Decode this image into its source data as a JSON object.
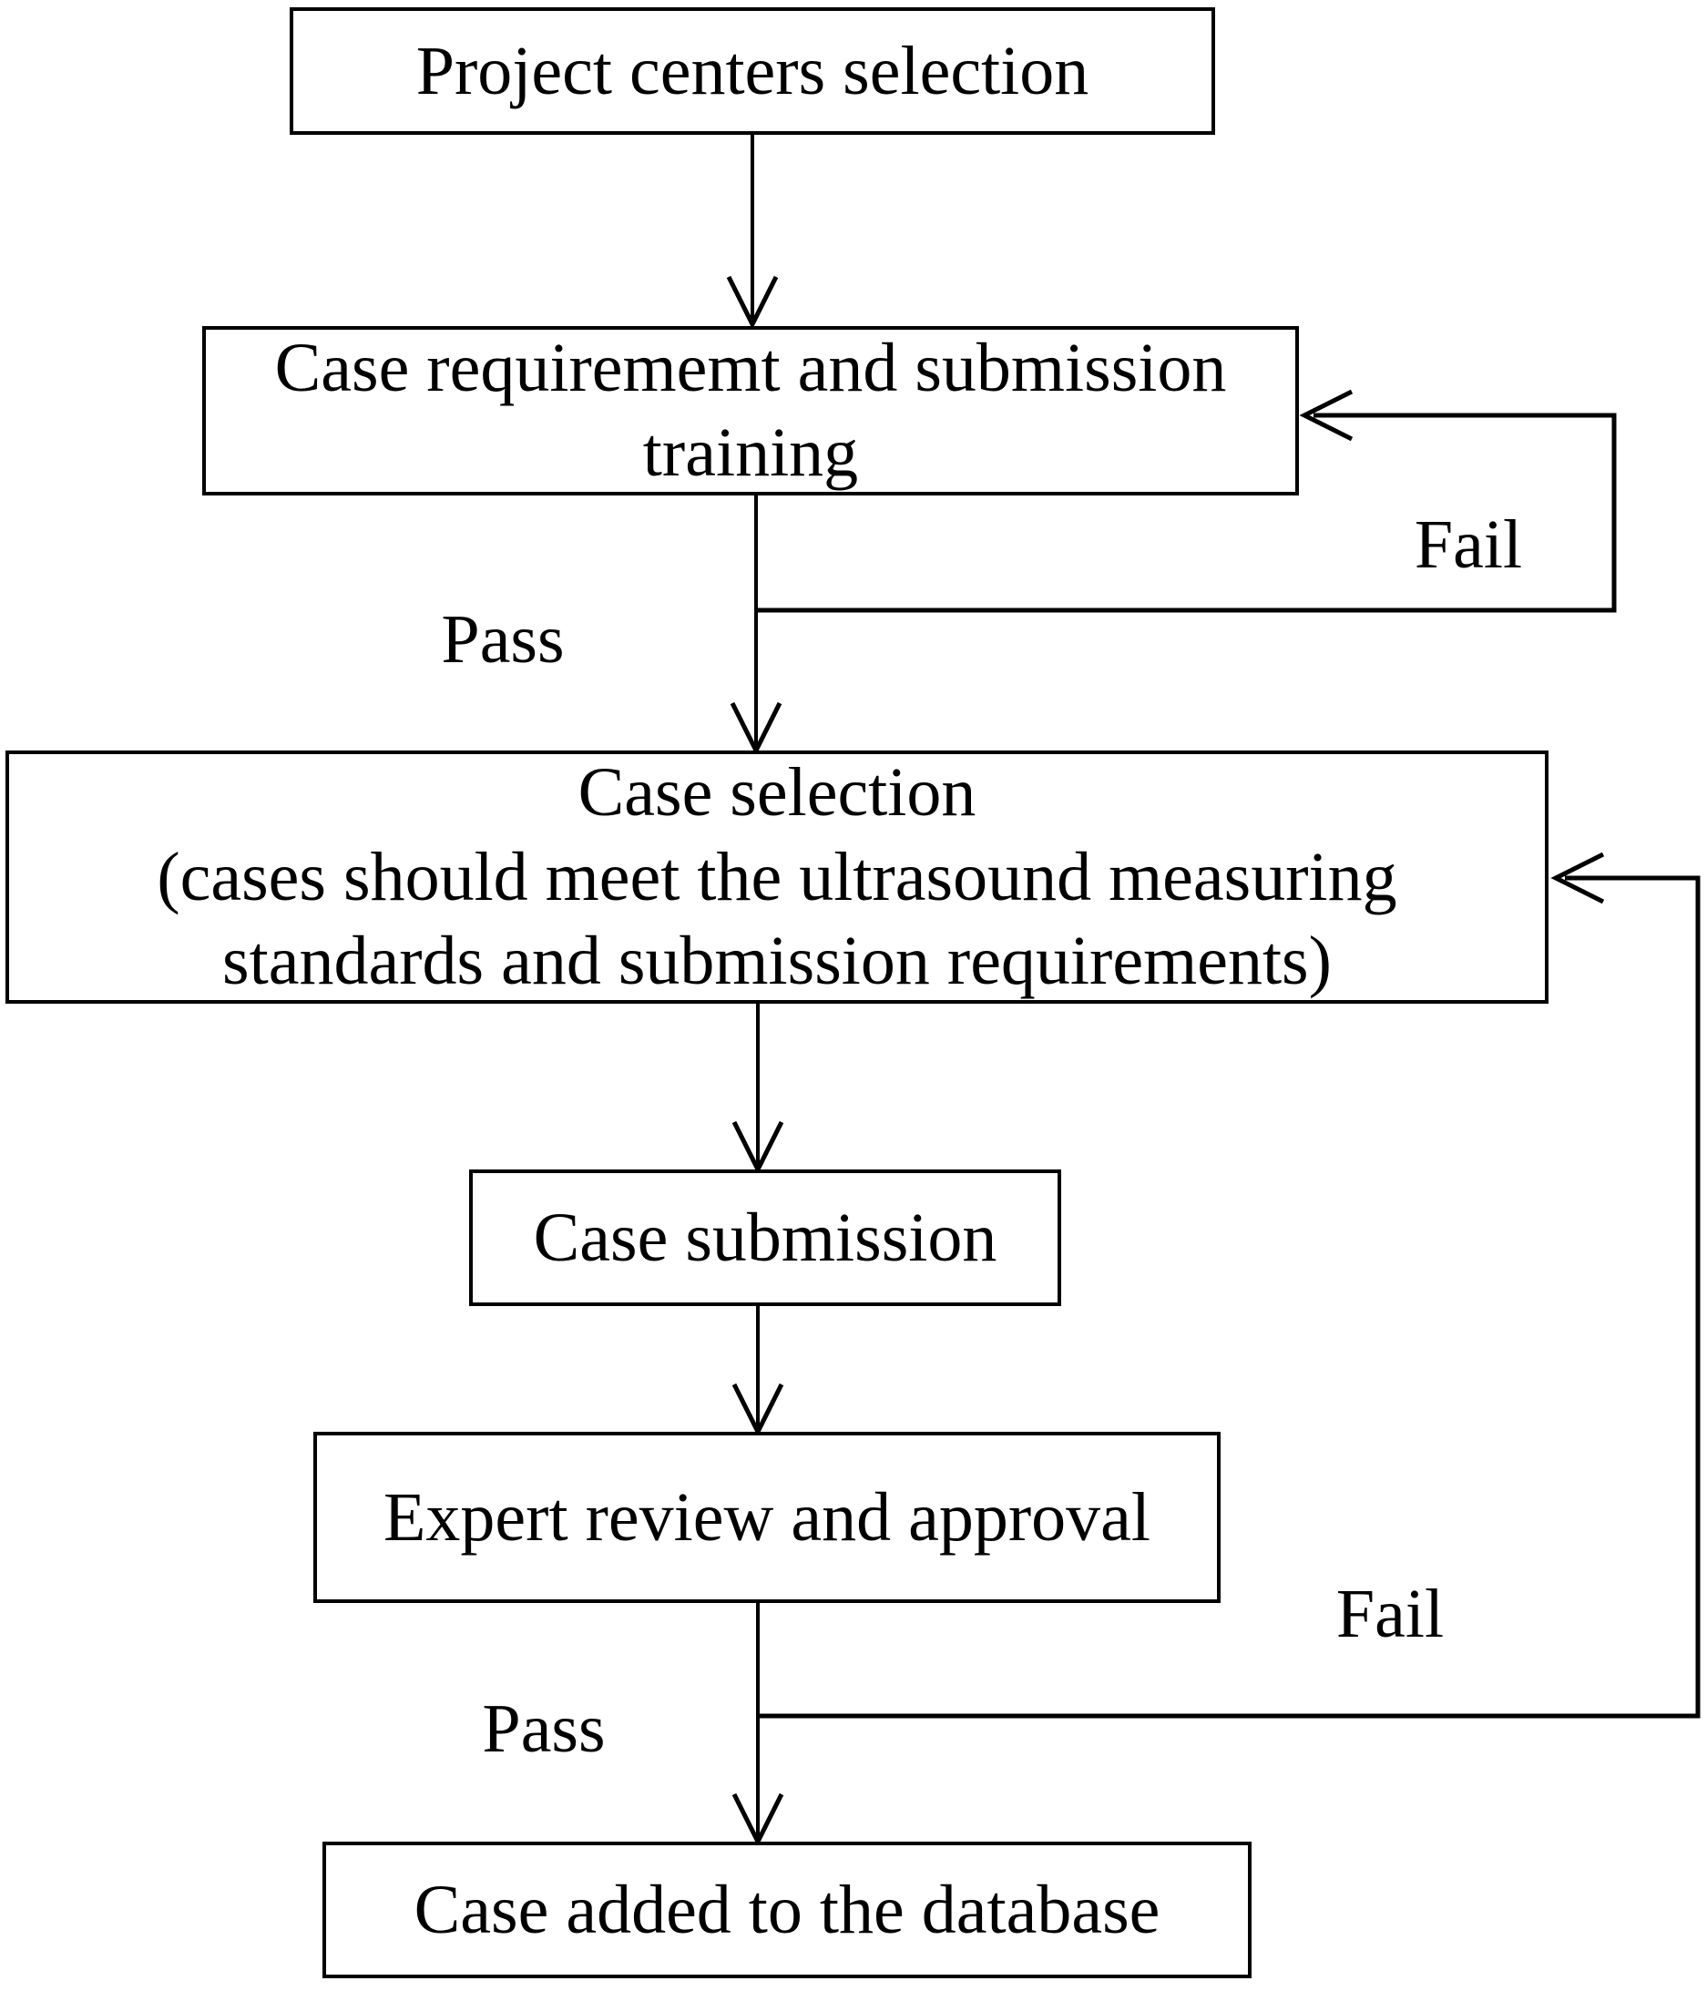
{
  "diagram": {
    "background": "#ffffff",
    "stroke_color": "#000000",
    "text_color": "#000000",
    "nodes": {
      "project_centers": {
        "lines": [
          "Project centers selection"
        ]
      },
      "case_requirement_training": {
        "lines": [
          "Case requirememt and submission",
          "training"
        ]
      },
      "case_selection": {
        "lines": [
          "Case selection",
          "(cases should meet the ultrasound measuring",
          "standards and submission requirements)"
        ]
      },
      "case_submission": {
        "lines": [
          "Case submission"
        ]
      },
      "expert_review": {
        "lines": [
          "Expert review and approval"
        ]
      },
      "case_added": {
        "lines": [
          "Case added to the database"
        ]
      }
    },
    "edge_labels": {
      "pass_training": "Pass",
      "fail_training": "Fail",
      "pass_review": "Pass",
      "fail_review": "Fail"
    },
    "edges": [
      {
        "from": "project_centers",
        "to": "case_requirement_training",
        "label": ""
      },
      {
        "from": "case_requirement_training",
        "to": "case_requirement_training",
        "label": "Fail"
      },
      {
        "from": "case_requirement_training",
        "to": "case_selection",
        "label": "Pass"
      },
      {
        "from": "case_selection",
        "to": "case_submission",
        "label": ""
      },
      {
        "from": "case_submission",
        "to": "expert_review",
        "label": ""
      },
      {
        "from": "expert_review",
        "to": "case_selection",
        "label": "Fail"
      },
      {
        "from": "expert_review",
        "to": "case_added",
        "label": "Pass"
      }
    ]
  }
}
